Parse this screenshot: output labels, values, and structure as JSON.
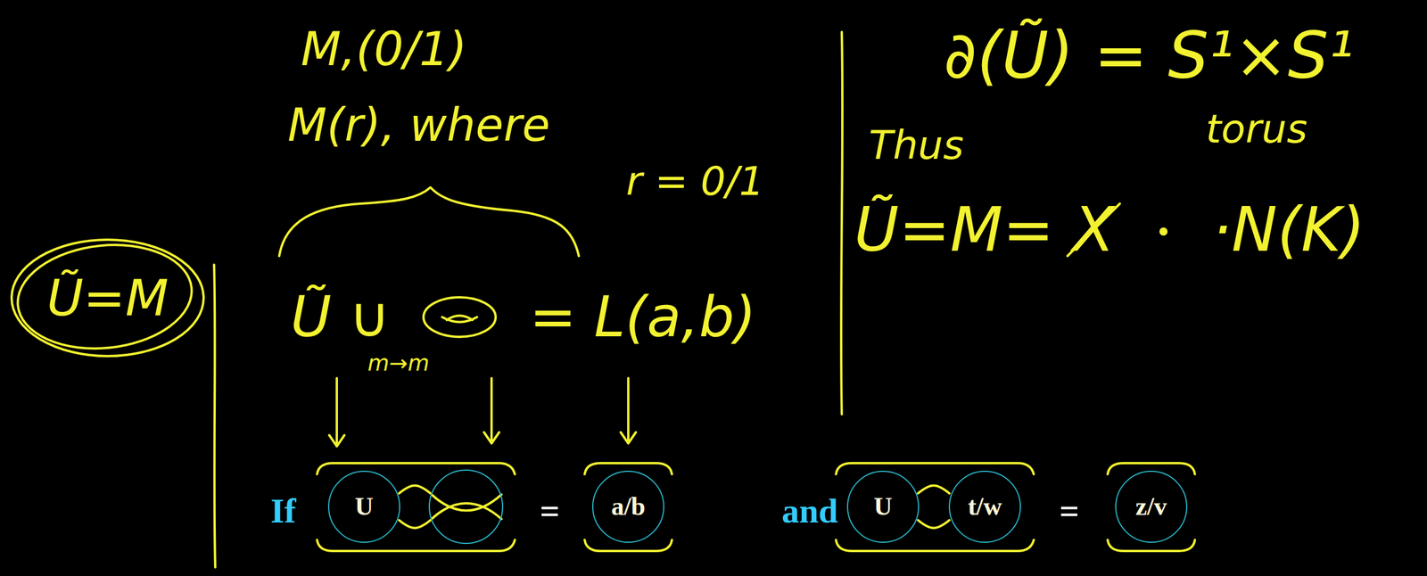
{
  "diagram": {
    "nodes": [
      {
        "text": [
          "U"
        ]
      },
      {
        "text": [
          "a/b"
        ]
      },
      {
        "text": [
          "U"
        ]
      },
      {
        "text": [
          "t/w"
        ]
      },
      {
        "text": [
          "z/v"
        ]
      }
    ],
    "labels": [
      "M,(0/1)",
      "∂(Ũ) = S¹×S¹",
      "M(r), where",
      "torus",
      "Thus",
      "r = 0/1",
      "Ũ=M=",
      "X",
      "·N(K)",
      "Ũ=M",
      "Ũ ∪",
      "= L(a,b)",
      "m→m",
      "If",
      "=",
      "and",
      "="
    ]
  }
}
